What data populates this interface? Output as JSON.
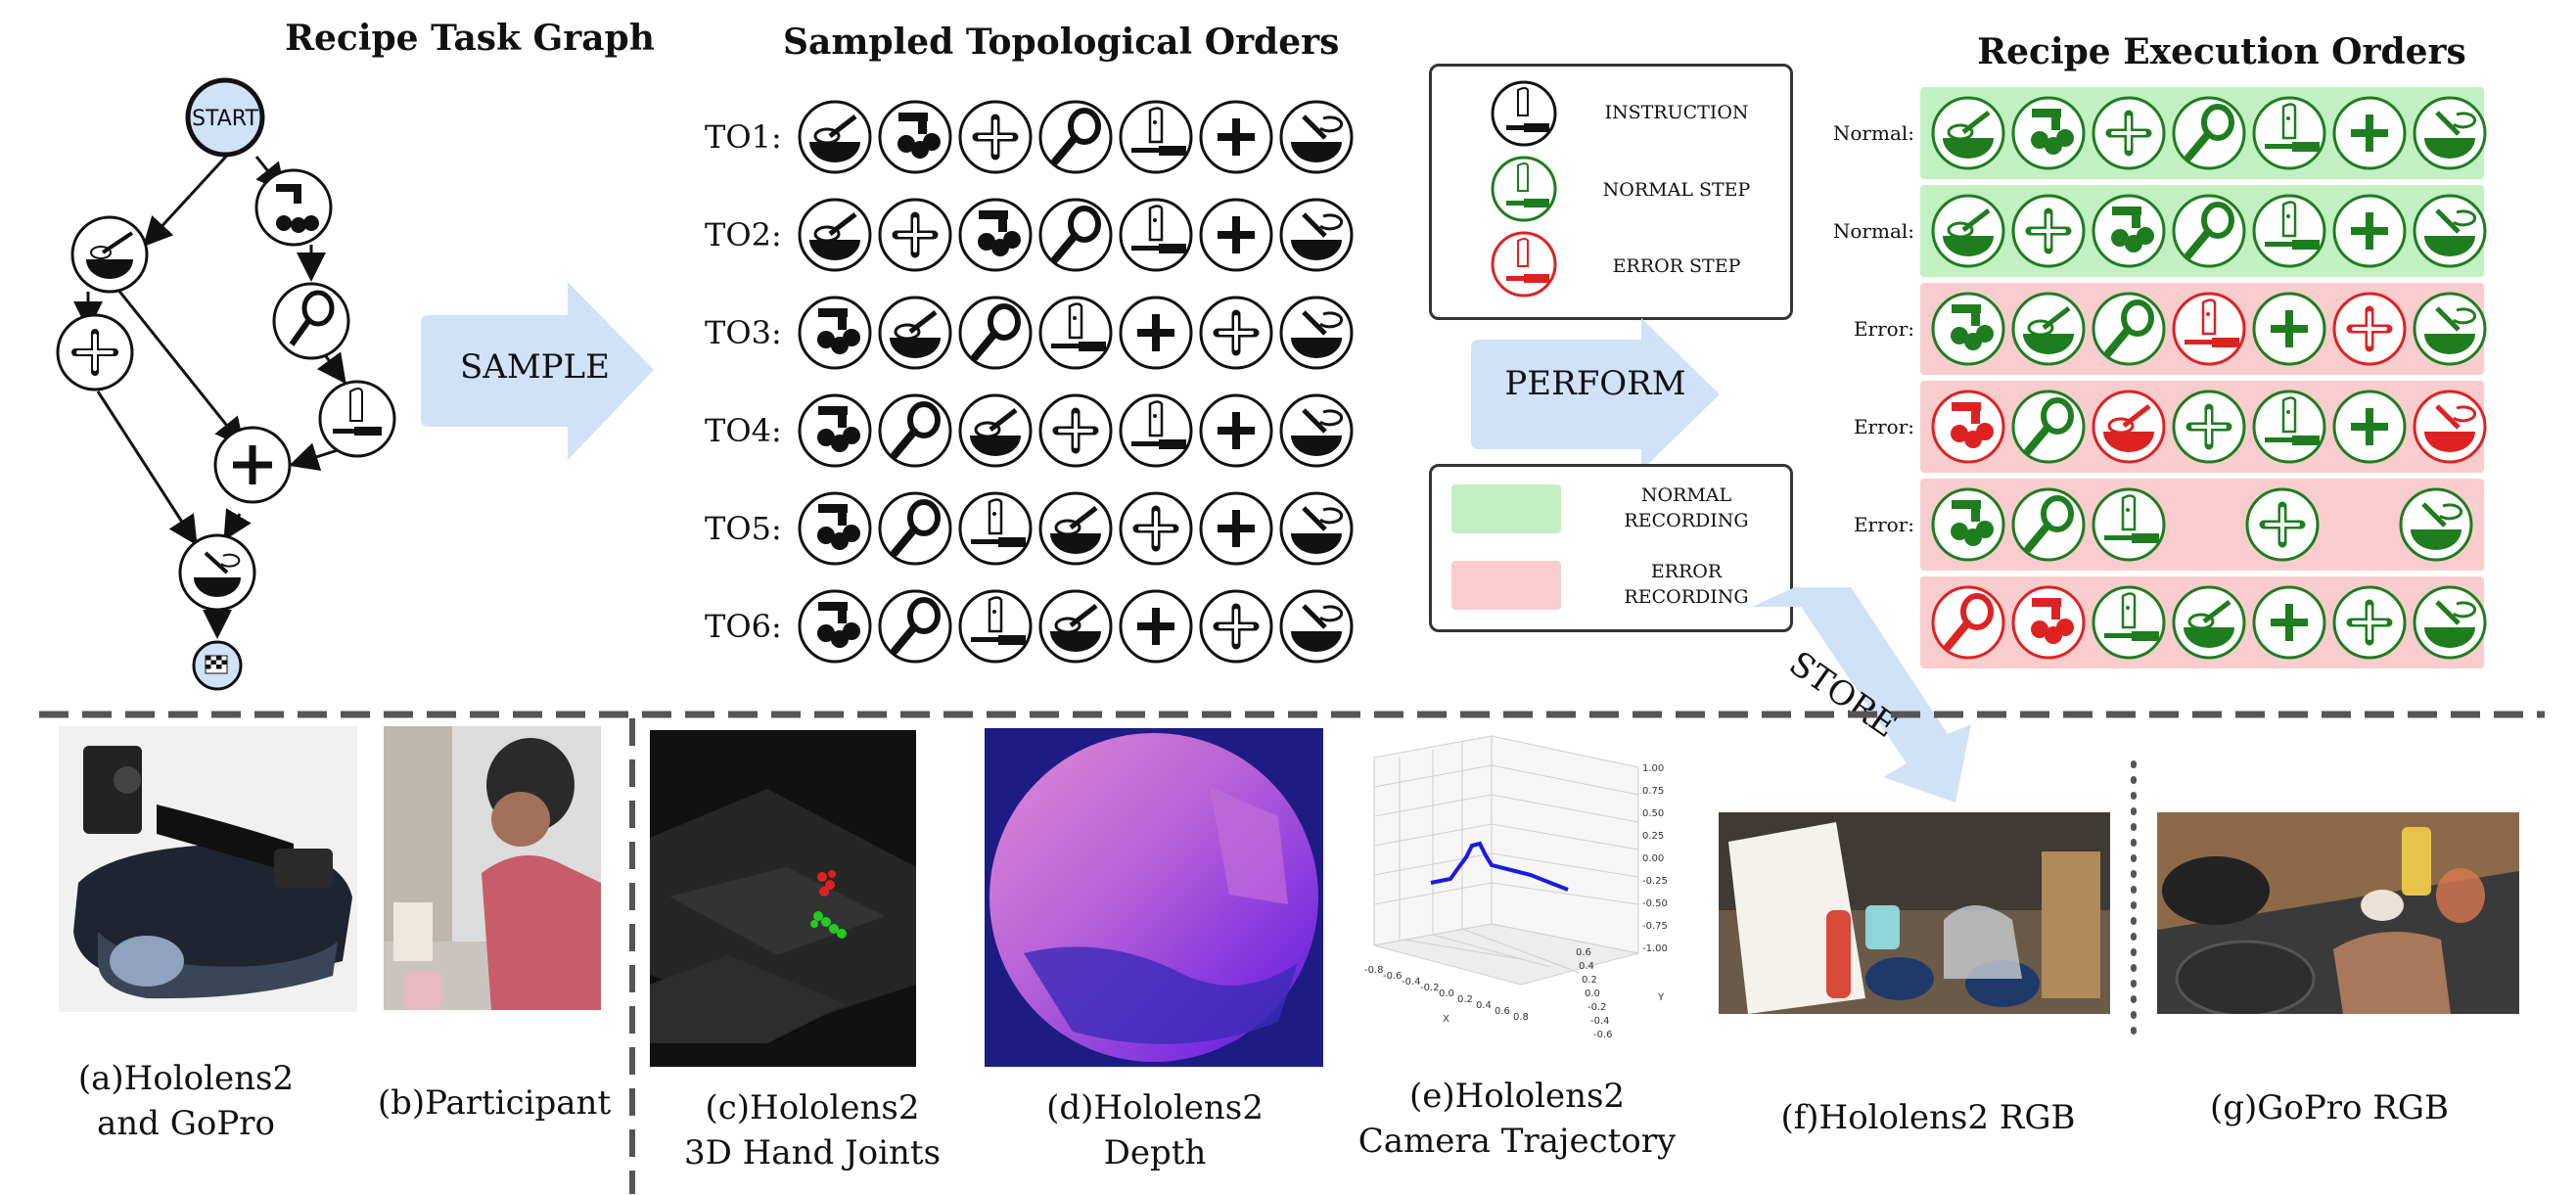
{
  "top": {
    "graph_title": "Recipe Task Graph",
    "orders_title": "Sampled Topological Orders",
    "exec_title": "Recipe Execution Orders"
  },
  "graph": {
    "start_label": "START"
  },
  "arrows": {
    "sample": "SAMPLE",
    "perform": "PERFORM",
    "store": "STORE"
  },
  "topological_orders": [
    {
      "label": "TO1:",
      "steps": [
        "whisk",
        "tap",
        "plus-thin",
        "peeler",
        "knife",
        "plus-bold",
        "stir"
      ]
    },
    {
      "label": "TO2:",
      "steps": [
        "whisk",
        "plus-thin",
        "tap",
        "peeler",
        "knife",
        "plus-bold",
        "stir"
      ]
    },
    {
      "label": "TO3:",
      "steps": [
        "tap",
        "whisk",
        "peeler",
        "knife",
        "plus-bold",
        "plus-thin",
        "stir"
      ]
    },
    {
      "label": "TO4:",
      "steps": [
        "tap",
        "peeler",
        "whisk",
        "plus-thin",
        "knife",
        "plus-bold",
        "stir"
      ]
    },
    {
      "label": "TO5:",
      "steps": [
        "tap",
        "peeler",
        "knife",
        "whisk",
        "plus-thin",
        "plus-bold",
        "stir"
      ]
    },
    {
      "label": "TO6:",
      "steps": [
        "tap",
        "peeler",
        "knife",
        "whisk",
        "plus-bold",
        "plus-thin",
        "stir"
      ]
    }
  ],
  "legend": {
    "instruction": "INSTRUCTION",
    "normal_step": "NORMAL STEP",
    "error_step": "ERROR STEP",
    "normal_recording_1": "NORMAL",
    "normal_recording_2": "RECORDING",
    "error_recording_1": "ERROR",
    "error_recording_2": "RECORDING"
  },
  "execution_orders": [
    {
      "label": "Normal:",
      "type": "normal",
      "steps": [
        [
          "whisk",
          "g"
        ],
        [
          "tap",
          "g"
        ],
        [
          "plus-thin",
          "g"
        ],
        [
          "peeler",
          "g"
        ],
        [
          "knife",
          "g"
        ],
        [
          "plus-bold",
          "g"
        ],
        [
          "stir",
          "g"
        ]
      ]
    },
    {
      "label": "Normal:",
      "type": "normal",
      "steps": [
        [
          "whisk",
          "g"
        ],
        [
          "plus-thin",
          "g"
        ],
        [
          "tap",
          "g"
        ],
        [
          "peeler",
          "g"
        ],
        [
          "knife",
          "g"
        ],
        [
          "plus-bold",
          "g"
        ],
        [
          "stir",
          "g"
        ]
      ]
    },
    {
      "label": "Error:",
      "type": "error",
      "steps": [
        [
          "tap",
          "g"
        ],
        [
          "whisk",
          "g"
        ],
        [
          "peeler",
          "g"
        ],
        [
          "knife",
          "r"
        ],
        [
          "plus-bold",
          "g"
        ],
        [
          "plus-thin",
          "r"
        ],
        [
          "stir",
          "g"
        ]
      ]
    },
    {
      "label": "Error:",
      "type": "error",
      "steps": [
        [
          "tap",
          "r"
        ],
        [
          "peeler",
          "g"
        ],
        [
          "whisk",
          "r"
        ],
        [
          "plus-thin",
          "g"
        ],
        [
          "knife",
          "g"
        ],
        [
          "plus-bold",
          "g"
        ],
        [
          "stir",
          "r"
        ]
      ]
    },
    {
      "label": "Error:",
      "type": "error",
      "steps": [
        [
          "tap",
          "g"
        ],
        [
          "peeler",
          "g"
        ],
        [
          "knife",
          "g"
        ],
        [
          "",
          ""
        ],
        [
          "plus-thin",
          "g"
        ],
        [
          "",
          ""
        ],
        [
          "stir",
          "g"
        ]
      ]
    },
    {
      "label": "",
      "type": "error",
      "steps": [
        [
          "peeler",
          "r"
        ],
        [
          "tap",
          "r"
        ],
        [
          "knife",
          "g"
        ],
        [
          "whisk",
          "g"
        ],
        [
          "plus-bold",
          "g"
        ],
        [
          "plus-thin",
          "g"
        ],
        [
          "stir",
          "g"
        ]
      ]
    }
  ],
  "captions": {
    "a1": "(a)Hololens2",
    "a2": "and GoPro",
    "b1": "(b)Participant",
    "c1": "(c)Hololens2",
    "c2": "3D Hand Joints",
    "d1": "(d)Hololens2",
    "d2": "Depth",
    "e1": "(e)Hololens2",
    "e2": "Camera Trajectory",
    "f1": "(f)Hololens2 RGB",
    "g1": "(g)GoPro RGB"
  },
  "trajectory_plot": {
    "x_ticks": [
      "-0.8",
      "-0.6",
      "-0.4",
      "-0.2",
      "0.0",
      "0.2",
      "0.4",
      "0.6",
      "0.8"
    ],
    "x_label": "X",
    "y_ticks": [
      "0.6",
      "0.4",
      "0.2",
      "0.0",
      "-0.2",
      "-0.4",
      "-0.6"
    ],
    "y_label": "Y",
    "z_ticks": [
      "1.00",
      "0.75",
      "0.50",
      "0.25",
      "0.00",
      "-0.25",
      "-0.50",
      "-0.75",
      "-1.00"
    ]
  },
  "colors": {
    "green": "#1e7d1e",
    "red": "#dd2222",
    "normal_bg": "#c2f0c2",
    "error_bg": "#f9cdcd",
    "arrow_fill": "#cfe2f8",
    "start_fill": "#cfe2f8"
  }
}
